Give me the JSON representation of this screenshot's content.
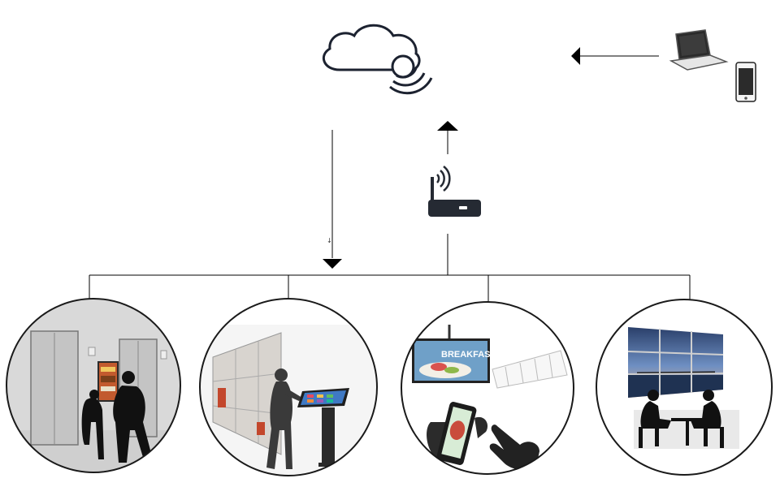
{
  "diagram": {
    "nodes": [
      {
        "id": "cloud",
        "icon": "cloud-wifi-icon"
      },
      {
        "id": "laptop",
        "icon": "laptop-icon"
      },
      {
        "id": "phone",
        "icon": "smartphone-icon"
      },
      {
        "id": "router",
        "icon": "wifi-router-icon"
      },
      {
        "id": "elevator-scene",
        "icon": "elevator-display-scene"
      },
      {
        "id": "kiosk-scene",
        "icon": "touch-kiosk-scene"
      },
      {
        "id": "mobile-menu-scene",
        "icon": "mobile-menu-scene"
      },
      {
        "id": "videowall-scene",
        "icon": "video-wall-meeting-scene"
      }
    ],
    "edges": [
      {
        "from": "laptop",
        "to": "cloud"
      },
      {
        "from": "router",
        "to": "cloud"
      },
      {
        "from": "cloud",
        "to": "scenes"
      },
      {
        "from": "router",
        "to": "scenes"
      }
    ],
    "line_annotation": "↓",
    "menu_screen_text": "BREAKFAST",
    "colors": {
      "line": "#000000",
      "icon": "#1a1a1a",
      "circle_fill": "#d9d9d9",
      "scene_bg": "#ffffff"
    }
  }
}
